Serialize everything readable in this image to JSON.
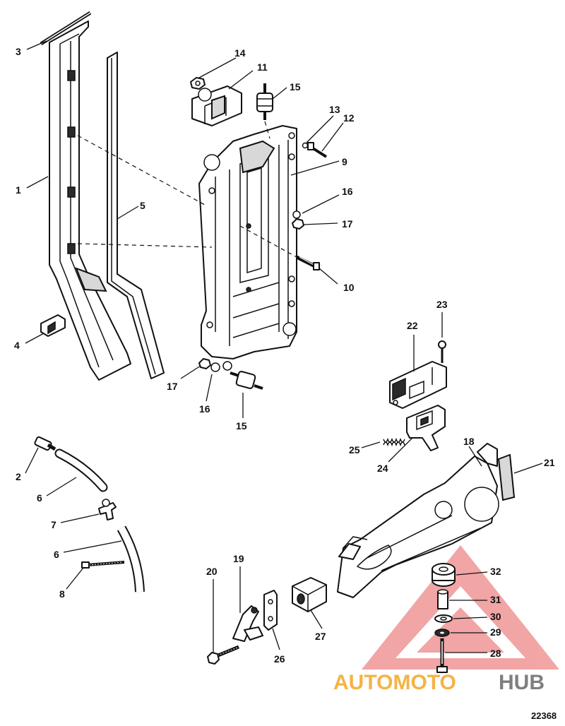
{
  "figure_number": "22368",
  "watermark": {
    "part_a": "AUTOMOTO",
    "part_b": "HUB",
    "color_a": "#f4b347",
    "color_b": "#7f7f7f",
    "triangle_color": "#e23a3a"
  },
  "callouts": [
    {
      "id": "c1",
      "text": "1"
    },
    {
      "id": "c2",
      "text": "2"
    },
    {
      "id": "c3",
      "text": "3"
    },
    {
      "id": "c4",
      "text": "4"
    },
    {
      "id": "c5",
      "text": "5"
    },
    {
      "id": "c6a",
      "text": "6"
    },
    {
      "id": "c6b",
      "text": "6"
    },
    {
      "id": "c7",
      "text": "7"
    },
    {
      "id": "c8",
      "text": "8"
    },
    {
      "id": "c9",
      "text": "9"
    },
    {
      "id": "c10",
      "text": "10"
    },
    {
      "id": "c11",
      "text": "11"
    },
    {
      "id": "c12",
      "text": "12"
    },
    {
      "id": "c13",
      "text": "13"
    },
    {
      "id": "c14",
      "text": "14"
    },
    {
      "id": "c15a",
      "text": "15"
    },
    {
      "id": "c15b",
      "text": "15"
    },
    {
      "id": "c16a",
      "text": "16"
    },
    {
      "id": "c16b",
      "text": "16"
    },
    {
      "id": "c17a",
      "text": "17"
    },
    {
      "id": "c17b",
      "text": "17"
    },
    {
      "id": "c18",
      "text": "18"
    },
    {
      "id": "c19",
      "text": "19"
    },
    {
      "id": "c20",
      "text": "20"
    },
    {
      "id": "c21",
      "text": "21"
    },
    {
      "id": "c22",
      "text": "22"
    },
    {
      "id": "c23",
      "text": "23"
    },
    {
      "id": "c24",
      "text": "24"
    },
    {
      "id": "c25",
      "text": "25"
    },
    {
      "id": "c26",
      "text": "26"
    },
    {
      "id": "c27",
      "text": "27"
    },
    {
      "id": "c28",
      "text": "28"
    },
    {
      "id": "c29",
      "text": "29"
    },
    {
      "id": "c30",
      "text": "30"
    },
    {
      "id": "c31",
      "text": "31"
    },
    {
      "id": "c32",
      "text": "32"
    }
  ]
}
